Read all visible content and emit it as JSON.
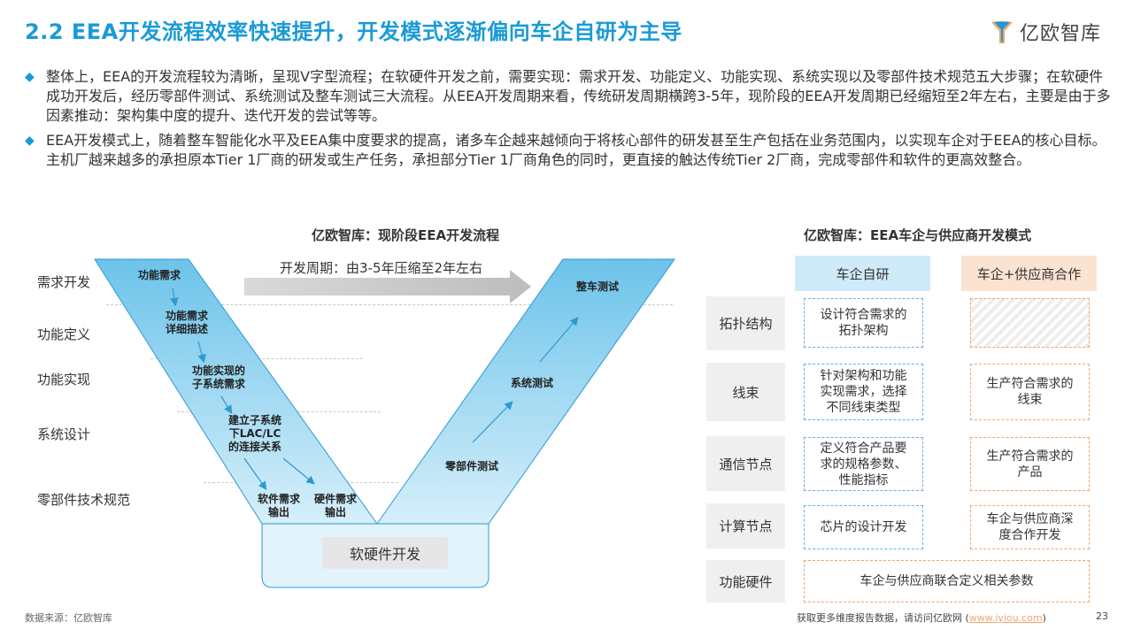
{
  "title": "2.2 EEA开发流程效率快速提升，开发模式逐渐偏向车企自研为主导",
  "logo": {
    "text": "亿欧智库"
  },
  "bullets": [
    "整体上，EEA的开发流程较为清晰，呈现V字型流程；在软硬件开发之前，需要实现：需求开发、功能定义、功能实现、系统实现以及零部件技术规范五大步骤；在软硬件成功开发后，经历零部件测试、系统测试及整车测试三大流程。从EEA开发周期来看，传统研发周期横跨3-5年，现阶段的EEA开发周期已经缩短至2年左右，主要是由于多因素推动：架构集中度的提升、迭代开发的尝试等等。",
    "EEA开发模式上，随着整车智能化水平及EEA集中度要求的提高，诸多车企越来越倾向于将核心部件的研发甚至生产包括在业务范围内，以实现车企对于EEA的核心目标。主机厂越来越多的承担原本Tier 1厂商的研发或生产任务，承担部分Tier 1厂商角色的同时，更直接的触达传统Tier 2厂商，完成零部件和软件的更高效整合。"
  ],
  "vdiagram": {
    "title": "亿欧智库：现阶段EEA开发流程",
    "rows": [
      "需求开发",
      "功能定义",
      "功能实现",
      "系统设计",
      "零部件技术规范"
    ],
    "period": "开发周期：由3-5年压缩至2年左右",
    "left_steps": {
      "s1": "功能需求",
      "s2a": "功能需求",
      "s2b": "详细描述",
      "s3a": "功能实现的",
      "s3b": "子系统需求",
      "s4a": "建立子系统",
      "s4b": "下LAC/LC",
      "s4c": "的连接关系",
      "s5a": "软件需求",
      "s5b": "输出",
      "s6a": "硬件需求",
      "s6b": "输出"
    },
    "right_steps": {
      "r1": "整车测试",
      "r2": "系统测试",
      "r3": "零部件测试"
    },
    "bottom": "软硬件开发",
    "colors": {
      "arm_fill": "#76c8ec",
      "arm_light": "#d4eefa",
      "base_fill": "#e2f3fb",
      "edge": "#2b9ad2"
    }
  },
  "matrix": {
    "title": "亿欧智库：EEA车企与供应商开发模式",
    "col1": "车企自研",
    "col2": "车企+供应商合作",
    "rows": [
      {
        "label": "拓扑结构",
        "c1": "设计符合需求的\n拓扑架构",
        "c2": ""
      },
      {
        "label": "线束",
        "c1": "针对架构和功能\n实现需求，选择\n不同线束类型",
        "c2": "生产符合需求的\n线束"
      },
      {
        "label": "通信节点",
        "c1": "定义符合产品要\n求的规格参数、\n性能指标",
        "c2": "生产符合需求的\n产品"
      },
      {
        "label": "计算节点",
        "c1": "芯片的设计开发",
        "c2": "车企与供应商深\n度合作开发"
      },
      {
        "label": "功能硬件",
        "merged": "车企与供应商联合定义相关参数"
      }
    ],
    "colors": {
      "col1_bg": "#cfeaf8",
      "col2_bg": "#fbe3d1"
    }
  },
  "source": "数据来源：亿欧智库",
  "footer": {
    "text": "获取更多维度报告数据，请访问亿欧网 (",
    "link": "www.iyiou.com",
    "close": ")"
  },
  "page": "23",
  "colors": {
    "accent": "#1a9ad6"
  }
}
